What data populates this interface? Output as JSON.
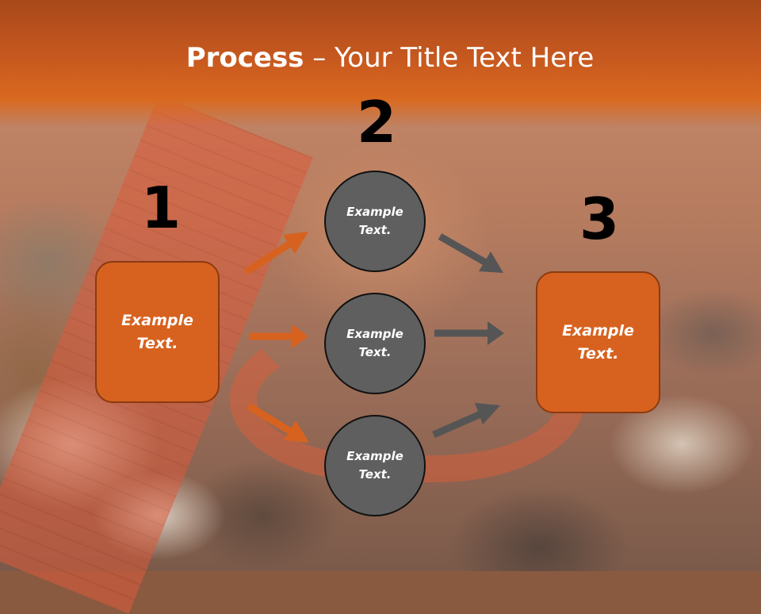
{
  "slide": {
    "title_bold": "Process",
    "title_rest": " – Your Title Text Here"
  },
  "steps": [
    {
      "number": "1",
      "box_text": "Example Text."
    },
    {
      "number": "2",
      "circles": [
        "Example Text.",
        "Example Text.",
        "Example Text."
      ]
    },
    {
      "number": "3",
      "box_text": "Example Text."
    }
  ],
  "colors": {
    "accent_orange": "#d7621f",
    "circle_gray": "#5f5f5f",
    "arrow_gray": "#555555",
    "header_orange": "#c6581f"
  }
}
